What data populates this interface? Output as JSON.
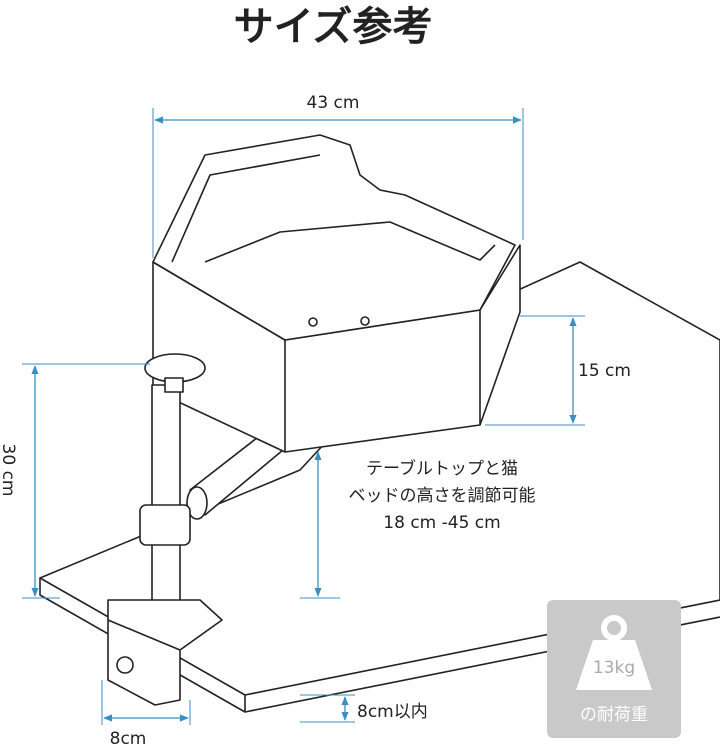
{
  "title": "サイズ参考",
  "dimensions": {
    "width": "43 cm",
    "bed_height": "15 cm",
    "total_height": "30 cm",
    "adjust_line1": "テーブルトップと猫",
    "adjust_line2": "ベッドの高さを調節可能",
    "adjust_range": "18 cm -45 cm",
    "clamp_width": "8cm",
    "clamp_thickness": "8cm以内"
  },
  "badge": {
    "weight": "13kg",
    "caption": "の耐荷重",
    "icon": "weight-icon"
  },
  "colors": {
    "dimension_line": "#3a8fc0",
    "badge_bg": "#c9c9c9"
  }
}
